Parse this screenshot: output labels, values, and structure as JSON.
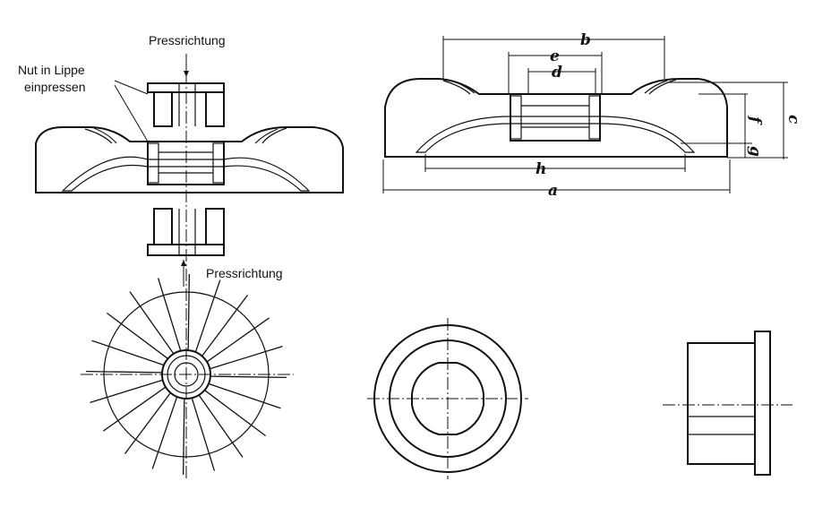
{
  "labels": {
    "press_direction_top": "Pressrichtung",
    "press_direction_bottom": "Pressrichtung",
    "groove_line1": "Nut in Lippe",
    "groove_line2": "einpressen"
  },
  "dimensions": {
    "a": "a",
    "b": "b",
    "c": "c",
    "d": "d",
    "e": "e",
    "f": "f",
    "g": "g",
    "h": "h"
  }
}
